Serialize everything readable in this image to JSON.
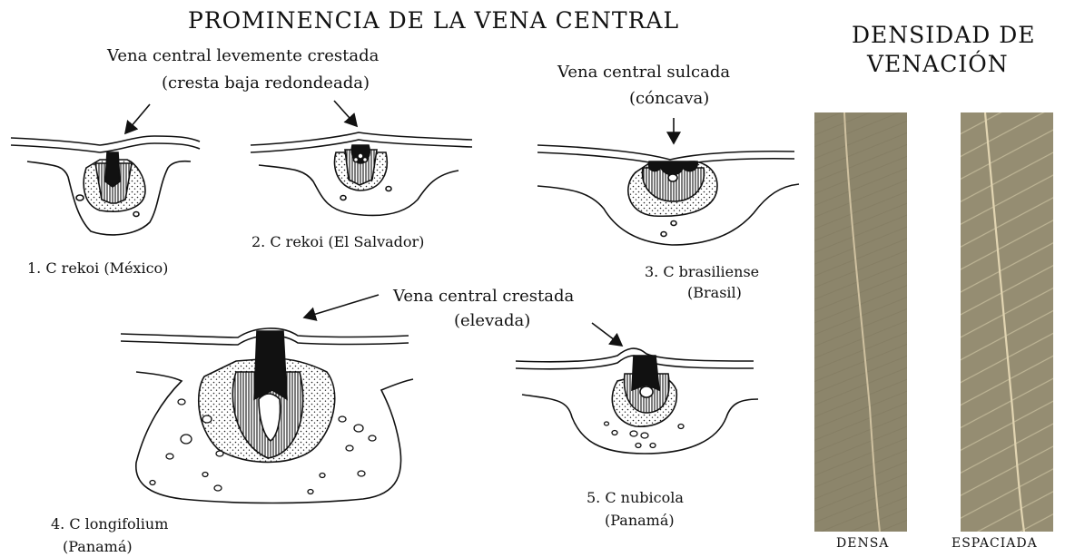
{
  "main_title": "PROMINENCIA DE LA VENA CENTRAL",
  "side_title_line1": "DENSIDAD DE",
  "side_title_line2": "VENACIÓN",
  "annotations": {
    "slight_line1": "Vena central levemente crestada",
    "slight_line2": "(cresta baja redondeada)",
    "sunken_line1": "Vena central sulcada",
    "sunken_line2": "(cóncava)",
    "ridged_line1": "Vena central crestada",
    "ridged_line2": "(elevada)"
  },
  "specimens": [
    {
      "label": "1. C rekoi (México)"
    },
    {
      "label": "2. C rekoi (El Salvador)"
    },
    {
      "line1": "3. C brasiliense",
      "line2": "(Brasil)"
    },
    {
      "line1": "4. C longifolium",
      "line2": "(Panamá)"
    },
    {
      "line1": "5. C nubicola",
      "line2": "(Panamá)"
    }
  ],
  "photos": [
    {
      "label": "DENSA",
      "color": "#8c856b"
    },
    {
      "label": "ESPACIADA",
      "color": "#958d72"
    }
  ]
}
